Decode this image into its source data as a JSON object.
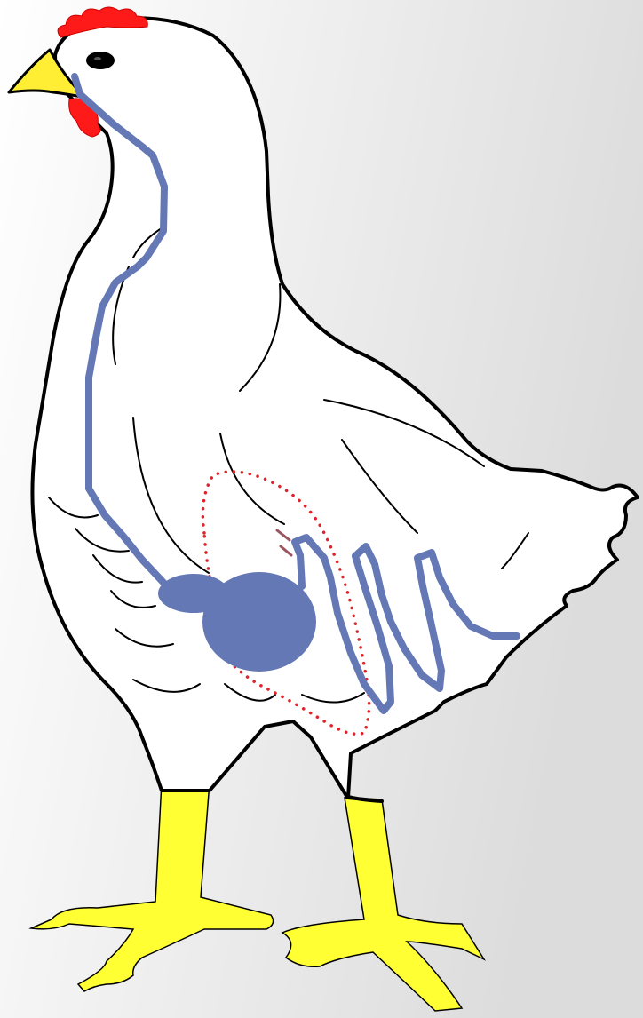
{
  "diagram": {
    "subject": "chicken-digestive-tract",
    "colors": {
      "background_light": "#ffffff",
      "background_dark": "#dcdcdc",
      "body_fill": "#ffffff",
      "outline": "#000000",
      "comb": "#ff1a1a",
      "beak": "#ffee33",
      "legs": "#ffff33",
      "eye": "#000000",
      "digestive_tract": "#6378b4",
      "region_outline": "#e0222a",
      "marker": "#9a5560"
    },
    "parts": [
      "comb",
      "beak",
      "eye",
      "wattle",
      "body",
      "legs",
      "feet",
      "esophagus",
      "proventriculus",
      "gizzard",
      "small-intestine",
      "dotted-region-outline",
      "marker"
    ]
  }
}
